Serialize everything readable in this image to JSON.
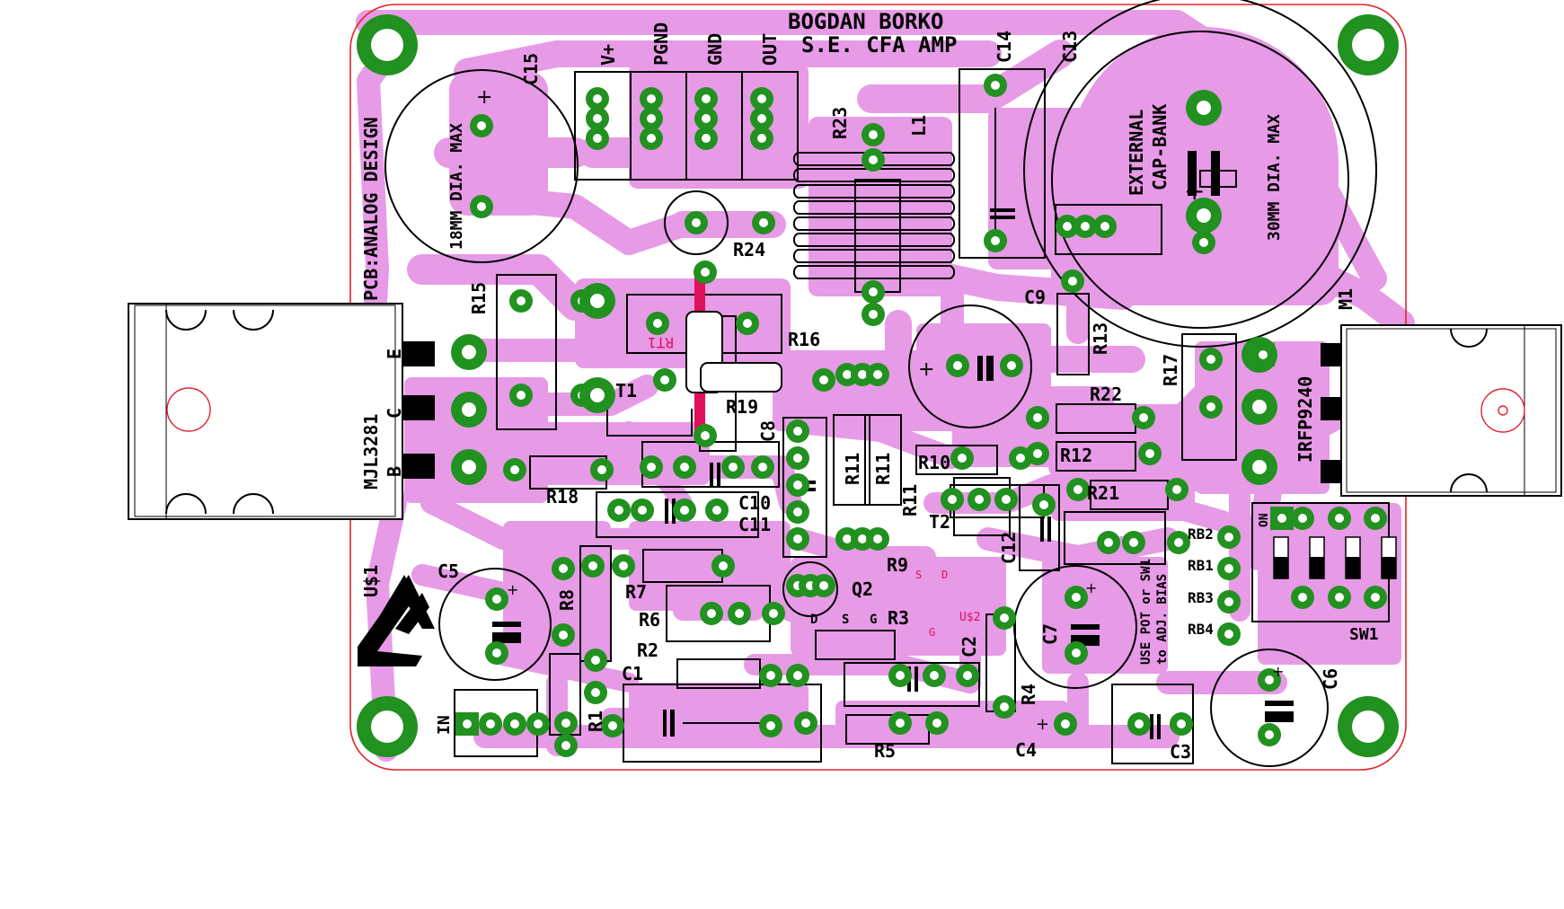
{
  "title": {
    "line1": "BOGDAN BORKO",
    "line2": "S.E. CFA AMP"
  },
  "credit": "PCB:ANALOG DESIGN",
  "board_id": "U$1",
  "notes": {
    "c15_size": "18MM DIA. MAX",
    "cap_bank_1": "EXTERNAL",
    "cap_bank_2": "CAP-BANK",
    "c13_size": "30MM DIA. MAX",
    "bias_1": "USE POT or SW1",
    "bias_2": "to ADJ. BIAS",
    "switch_on": "ON"
  },
  "connectors": {
    "vplus": "V+",
    "pgnd": "PGND",
    "gnd": "GND",
    "out": "OUT",
    "in": "IN"
  },
  "transistors": {
    "bjt": "MJL3281",
    "bjt_e": "E",
    "bjt_c": "C",
    "bjt_b": "B",
    "mosfet": "IRFP9240",
    "m1": "M1",
    "jfet_d": "D",
    "jfet_s": "S",
    "jfet_g": "G",
    "u2": "U$2",
    "u2_g": "G",
    "u2_s": "S",
    "u2_d": "D"
  },
  "components": {
    "C1": "C1",
    "C2": "C2",
    "C3": "C3",
    "C4": "C4",
    "C5": "C5",
    "C6": "C6",
    "C7": "C7",
    "C8": "C8",
    "C9": "C9",
    "C10": "C10",
    "C11": "C11",
    "C12": "C12",
    "C13": "C13",
    "C14": "C14",
    "C15": "C15",
    "R1": "R1",
    "R2": "R2",
    "R3": "R3",
    "R4": "R4",
    "R5": "R5",
    "R6": "R6",
    "R7": "R7",
    "R8": "R8",
    "R9": "R9",
    "R10": "R10",
    "R11a": "R11",
    "R11b": "R11",
    "R11c": "R11",
    "R12": "R12",
    "R13": "R13",
    "R15": "R15",
    "R16": "R16",
    "R17": "R17",
    "R18": "R18",
    "R19": "R19",
    "R21": "R21",
    "R22": "R22",
    "R23": "R23",
    "R24": "R24",
    "L1": "L1",
    "T1": "T1",
    "T2": "T2",
    "Q2": "Q2",
    "RT1": "RT1",
    "SW1": "SW1",
    "RB1": "RB1",
    "RB2": "RB2",
    "RB3": "RB3",
    "RB4": "RB4"
  },
  "colors": {
    "copper": "#e79ae6",
    "pad": "#21911f",
    "silk": "#000000",
    "outline": "#e3232b",
    "rt": "#e0105a",
    "hole": "#ffffff"
  }
}
